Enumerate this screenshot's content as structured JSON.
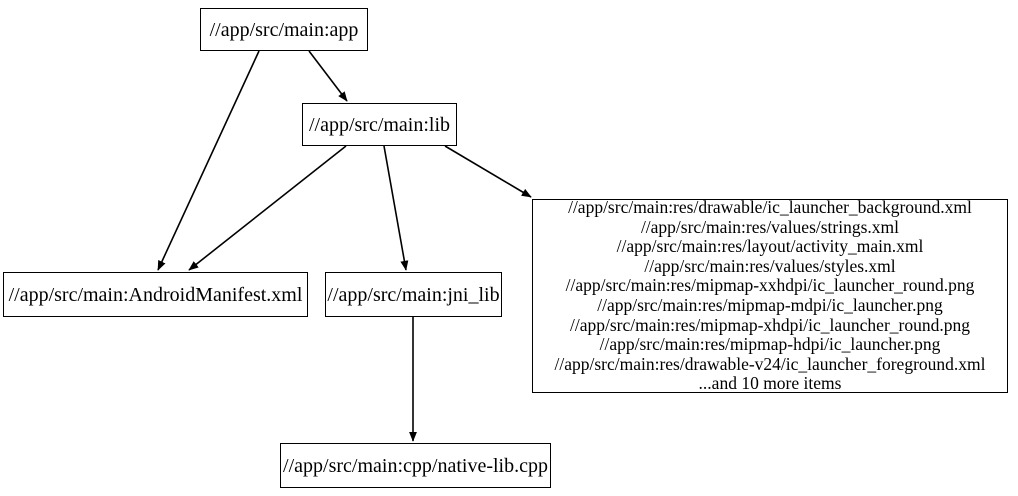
{
  "graph": {
    "type": "dependency-graph",
    "title": "",
    "background_color": "#ffffff",
    "node_border_color": "#000000",
    "edge_color": "#000000",
    "text_color": "#000000",
    "nodes": [
      {
        "id": "app",
        "label": "//app/src/main:app"
      },
      {
        "id": "lib",
        "label": "//app/src/main:lib"
      },
      {
        "id": "manifest",
        "label": "//app/src/main:AndroidManifest.xml"
      },
      {
        "id": "jni_lib",
        "label": "//app/src/main:jni_lib"
      },
      {
        "id": "cpp",
        "label": "//app/src/main:cpp/native-lib.cpp"
      },
      {
        "id": "res",
        "label": "//app/src/main:res/drawable/ic_launcher_background.xml\n//app/src/main:res/values/strings.xml\n//app/src/main:res/layout/activity_main.xml\n//app/src/main:res/values/styles.xml\n//app/src/main:res/mipmap-xxhdpi/ic_launcher_round.png\n//app/src/main:res/mipmap-mdpi/ic_launcher.png\n//app/src/main:res/mipmap-xhdpi/ic_launcher_round.png\n//app/src/main:res/mipmap-hdpi/ic_launcher.png\n//app/src/main:res/drawable-v24/ic_launcher_foreground.xml\n...and 10 more items",
        "lines": [
          "//app/src/main:res/drawable/ic_launcher_background.xml",
          "//app/src/main:res/values/strings.xml",
          "//app/src/main:res/layout/activity_main.xml",
          "//app/src/main:res/values/styles.xml",
          "//app/src/main:res/mipmap-xxhdpi/ic_launcher_round.png",
          "//app/src/main:res/mipmap-mdpi/ic_launcher.png",
          "//app/src/main:res/mipmap-xhdpi/ic_launcher_round.png",
          "//app/src/main:res/mipmap-hdpi/ic_launcher.png",
          "//app/src/main:res/drawable-v24/ic_launcher_foreground.xml",
          "...and 10 more items"
        ]
      }
    ],
    "edges": [
      {
        "from": "app",
        "to": "manifest"
      },
      {
        "from": "app",
        "to": "lib"
      },
      {
        "from": "lib",
        "to": "manifest"
      },
      {
        "from": "lib",
        "to": "jni_lib"
      },
      {
        "from": "lib",
        "to": "res"
      },
      {
        "from": "jni_lib",
        "to": "cpp"
      }
    ]
  }
}
